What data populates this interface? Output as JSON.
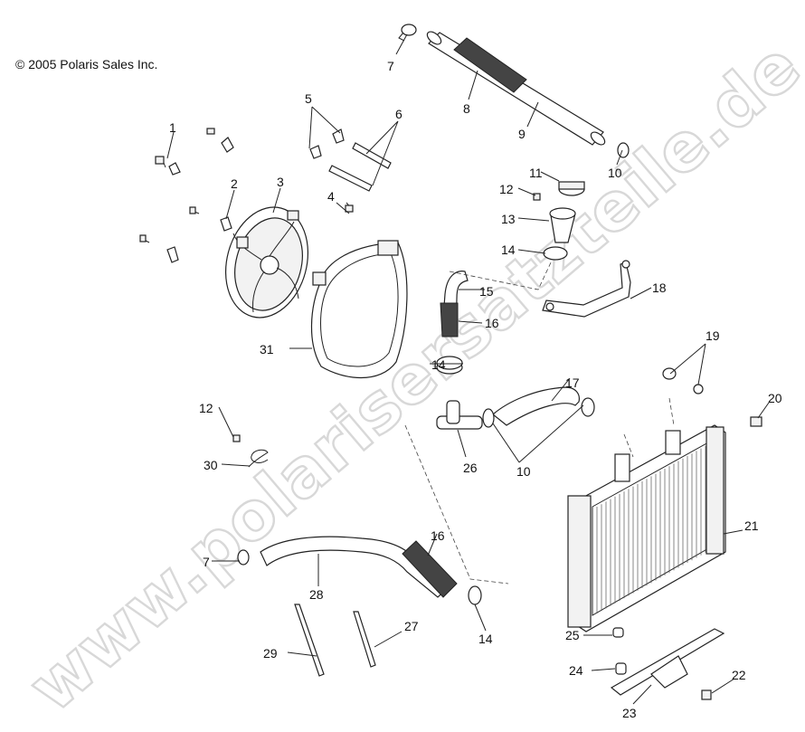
{
  "copyright": "© 2005 Polaris Sales Inc.",
  "watermark": "www.polarisersatzteile.de",
  "callouts": {
    "c1": "1",
    "c2": "2",
    "c3": "3",
    "c4": "4",
    "c5": "5",
    "c6": "6",
    "c7a": "7",
    "c7b": "7",
    "c8": "8",
    "c9": "9",
    "c10a": "10",
    "c10b": "10",
    "c11": "11",
    "c12a": "12",
    "c12b": "12",
    "c13": "13",
    "c14a": "14",
    "c14b": "14",
    "c14c": "14",
    "c15": "15",
    "c16a": "16",
    "c16b": "16",
    "c17": "17",
    "c18": "18",
    "c19": "19",
    "c20": "20",
    "c21": "21",
    "c22": "22",
    "c23": "23",
    "c24": "24",
    "c25": "25",
    "c26": "26",
    "c27": "27",
    "c28": "28",
    "c29": "29",
    "c30": "30",
    "c31": "31"
  },
  "parts": [
    "screw",
    "nut",
    "fan-assembly",
    "bolt",
    "clip",
    "pin",
    "hose-clamp",
    "sleeve",
    "upper-hose",
    "clamp",
    "radiator-cap",
    "screw",
    "filler-neck",
    "clamp",
    "hose",
    "sleeve",
    "hose",
    "bracket",
    "grommet",
    "screw",
    "radiator",
    "screw",
    "bracket",
    "grommet",
    "grommet",
    "tee-fitting",
    "rod",
    "lower-hose",
    "rod",
    "hose",
    "fan-shroud"
  ]
}
